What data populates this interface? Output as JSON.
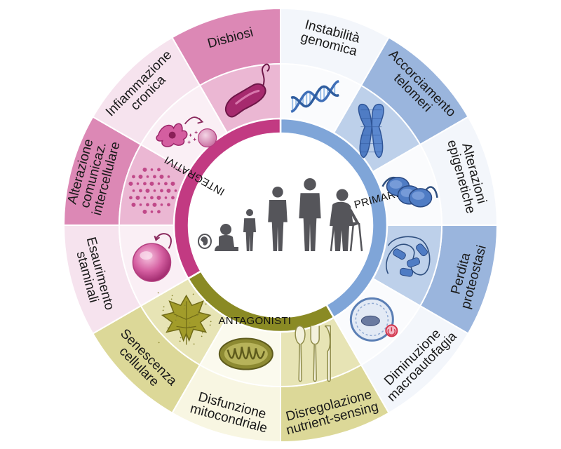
{
  "groups": [
    {
      "key": "primari",
      "label": "PRIMARI",
      "color": "#7fa5d8"
    },
    {
      "key": "antagonisti",
      "label": "ANTAGONISTI",
      "color": "#8a8a24"
    },
    {
      "key": "integrativi",
      "label": "INTEGRATIVI",
      "color": "#c23a82"
    }
  ],
  "segments": [
    {
      "id": "instabilita",
      "group": "primari",
      "lines": [
        "Instabilità",
        "genomica"
      ],
      "outer": "#f3f6fb",
      "inner": "#fafbfd",
      "icon": "dna-helix-icon"
    },
    {
      "id": "telomeri",
      "group": "primari",
      "lines": [
        "Accorciamento",
        "telomeri"
      ],
      "outer": "#9ab5dd",
      "inner": "#bdd0ea",
      "icon": "chromosome-icon"
    },
    {
      "id": "epigenetiche",
      "group": "primari",
      "lines": [
        "Alterazioni",
        "epigenetiche"
      ],
      "outer": "#f3f6fb",
      "inner": "#fafbfd",
      "icon": "nucleosome-icon"
    },
    {
      "id": "proteostasi",
      "group": "primari",
      "lines": [
        "Perdita",
        "proteostasi"
      ],
      "outer": "#9ab5dd",
      "inner": "#bdd0ea",
      "icon": "protein-fold-icon"
    },
    {
      "id": "macroautofagia",
      "group": "primari",
      "lines": [
        "Diminuzione",
        "macroautofagia"
      ],
      "outer": "#f3f6fb",
      "inner": "#fafbfd",
      "icon": "autophagosome-icon"
    },
    {
      "id": "nutrient",
      "group": "antagonisti",
      "lines": [
        "Disregolazione",
        "nutrient-sensing"
      ],
      "outer": "#dcd898",
      "inner": "#e7e4b5",
      "icon": "cutlery-icon"
    },
    {
      "id": "mitocondriale",
      "group": "antagonisti",
      "lines": [
        "Disfunzione",
        "mitocondriale"
      ],
      "outer": "#f8f6e2",
      "inner": "#fbfaee",
      "icon": "mitochondrion-icon"
    },
    {
      "id": "senescenza",
      "group": "antagonisti",
      "lines": [
        "Senescenza",
        "cellulare"
      ],
      "outer": "#dcd898",
      "inner": "#e7e4b5",
      "icon": "leaf-icon"
    },
    {
      "id": "staminali",
      "group": "integrativi",
      "lines": [
        "Esaurimento",
        "staminali"
      ],
      "outer": "#f6e3ee",
      "inner": "#faeff5",
      "icon": "stem-cell-icon"
    },
    {
      "id": "comunicazione",
      "group": "integrativi",
      "lines": [
        "Alterazione",
        "comunicaz.",
        "intercellulare"
      ],
      "outer": "#dc88b5",
      "inner": "#ebb7d3",
      "icon": "dots-icon"
    },
    {
      "id": "infiammazione",
      "group": "integrativi",
      "lines": [
        "Infiammazione",
        "cronica"
      ],
      "outer": "#f6e3ee",
      "inner": "#faeff5",
      "icon": "macrophage-icon"
    },
    {
      "id": "disbiosi",
      "group": "integrativi",
      "lines": [
        "Disbiosi"
      ],
      "outer": "#dc88b5",
      "inner": "#ebb7d3",
      "icon": "bacterium-icon"
    }
  ],
  "center": {
    "icon": "human-life-stages-icon",
    "figure_color": "#55555a"
  }
}
